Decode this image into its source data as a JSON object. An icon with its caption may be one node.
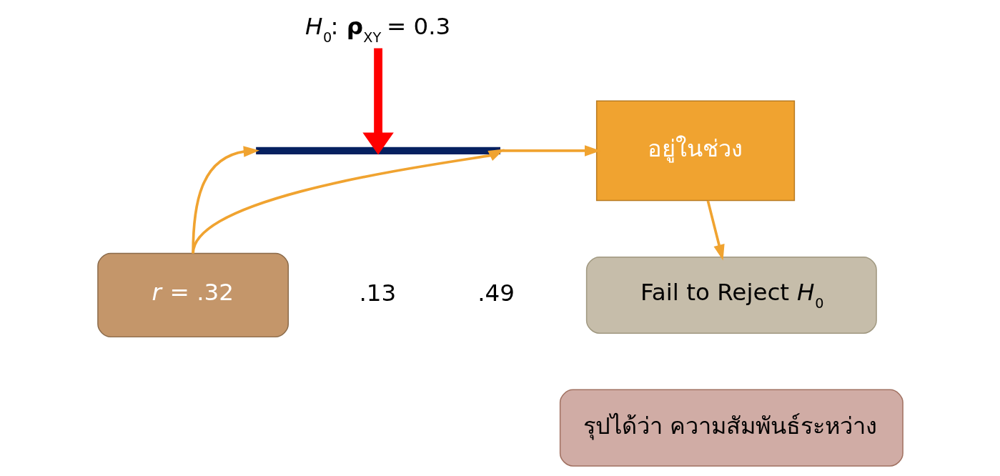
{
  "diagram": {
    "nodes": [
      {
        "text": [
          "อยู่ในช่วง"
        ]
      },
      {
        "text": [
          "Fail to Reject *H*$_{0}$"
        ]
      },
      {
        "text": [
          "รุปได้ว่า ความสัมพันธ์ระหว่าง"
        ]
      },
      {
        "text": [],
        "shape": "bar"
      },
      {
        "text": [
          "*r* = .32"
        ]
      },
      {
        "text": [
          "*H*$_{0}$: **ρ**$_{XY}$ = 0.3"
        ]
      }
    ],
    "edges": [
      {
        "from": 3,
        "to": 0,
        "arrow": "to"
      },
      {
        "from": 0,
        "to": 1,
        "arrow": "to"
      },
      {
        "from": 5,
        "to": 3,
        "arrow": "to",
        "style": "thick",
        "color": "#ff0000"
      },
      {
        "from": 4,
        "to": 3,
        "arrow": "to"
      },
      {
        "from": 4,
        "to": 3,
        "arrow": "to"
      }
    ],
    "labels": [
      ".13",
      ".49"
    ]
  }
}
